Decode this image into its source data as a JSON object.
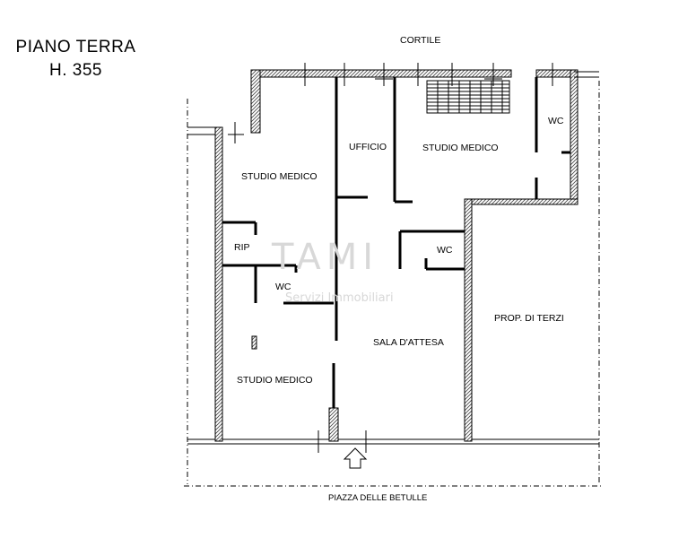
{
  "header": {
    "title": "PIANO TERRA",
    "height": "H. 355"
  },
  "labels": {
    "courtyard": "CORTILE",
    "street": "PIAZZA DELLE BETULLE",
    "office": "UFFICIO",
    "studio_top_left": "STUDIO MEDICO",
    "studio_top_right": "STUDIO MEDICO",
    "studio_bottom_left": "STUDIO MEDICO",
    "storage": "RIP",
    "wc_top_right": "WC",
    "wc_center": "WC",
    "wc_left": "WC",
    "waiting_room": "SALA D'ATTESA",
    "third_party": "PROP. DI TERZI"
  },
  "watermark": {
    "logo": "TAMI",
    "text": "Servizi Immobiliari"
  }
}
